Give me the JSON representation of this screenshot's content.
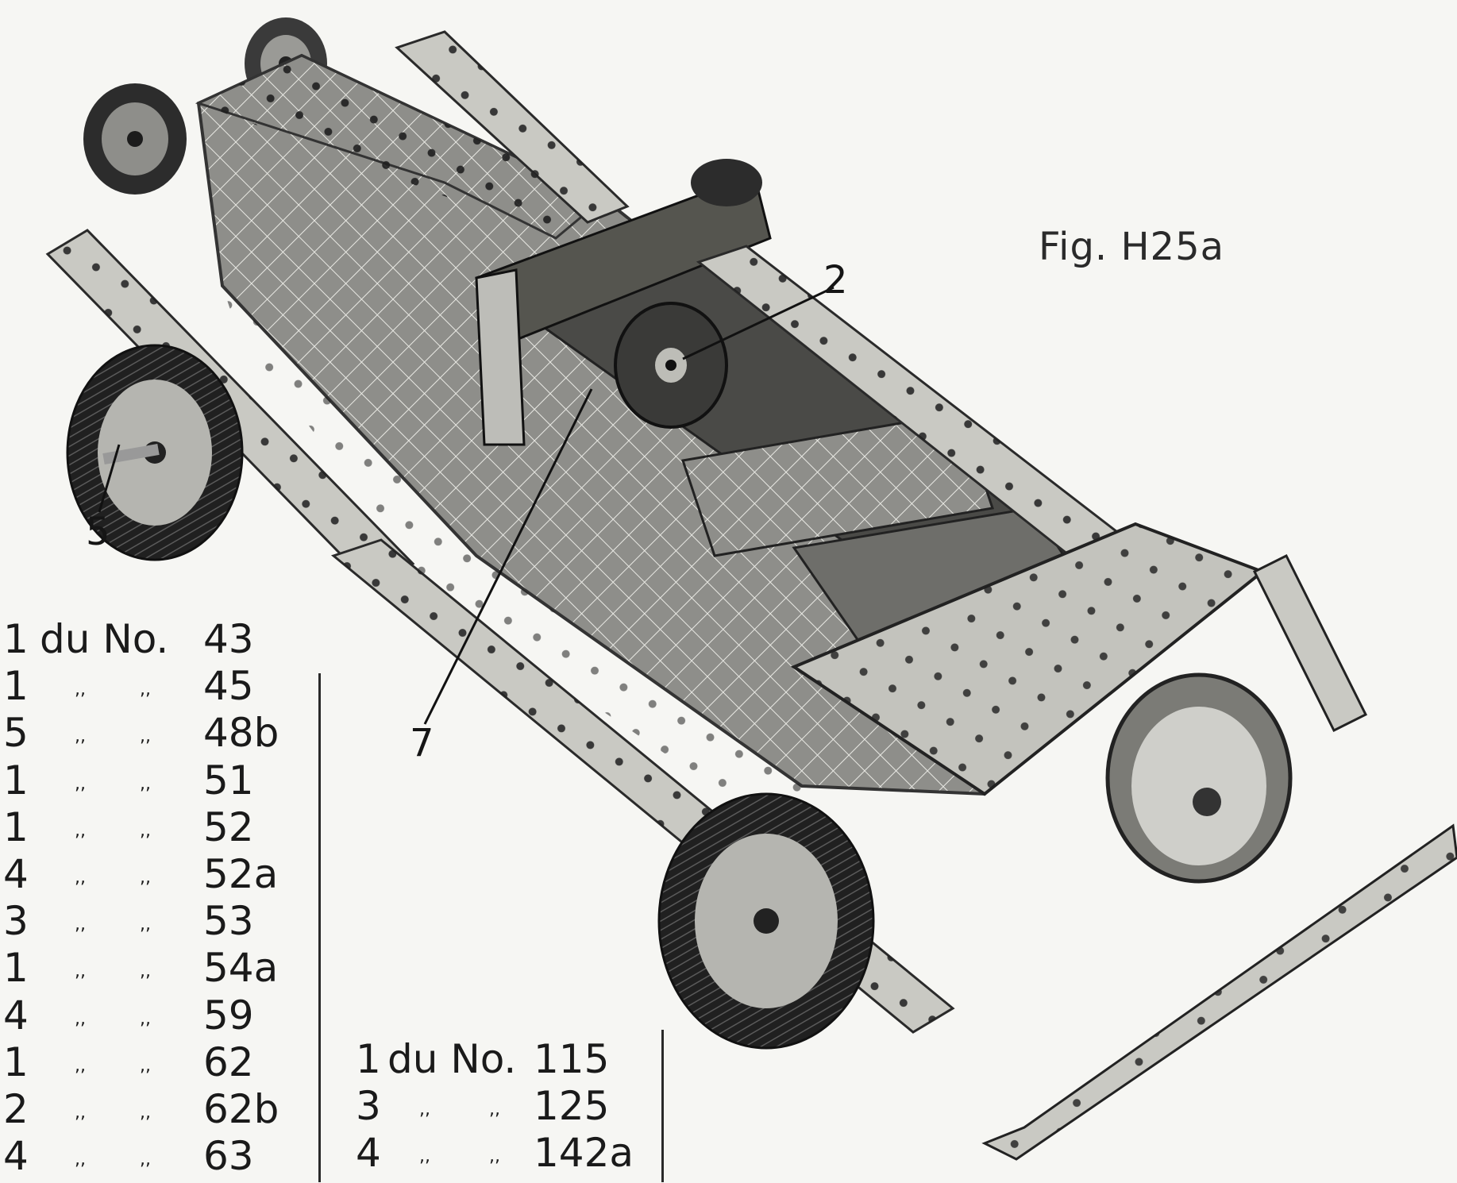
{
  "figure": {
    "caption": "Fig. H25a",
    "callouts": {
      "c2": "2",
      "c5": "5",
      "c7": "7"
    }
  },
  "parts_list": {
    "left": [
      {
        "qty": "1",
        "label": "du No.",
        "number": "43"
      },
      {
        "qty": "1",
        "ditto": ",,",
        "number": "45"
      },
      {
        "qty": "5",
        "ditto": ",,",
        "number": "48b"
      },
      {
        "qty": "1",
        "ditto": ",,",
        "number": "51"
      },
      {
        "qty": "1",
        "ditto": ",,",
        "number": "52"
      },
      {
        "qty": "4",
        "ditto": ",,",
        "number": "52a"
      },
      {
        "qty": "3",
        "ditto": ",,",
        "number": "53"
      },
      {
        "qty": "1",
        "ditto": ",,",
        "number": "54a"
      },
      {
        "qty": "4",
        "ditto": ",,",
        "number": "59"
      },
      {
        "qty": "1",
        "ditto": ",,",
        "number": "62"
      },
      {
        "qty": "2",
        "ditto": ",,",
        "number": "62b"
      },
      {
        "qty": "4",
        "ditto": ",,",
        "number": "63"
      }
    ],
    "right": [
      {
        "qty": "1",
        "label": "du No.",
        "number": "115"
      },
      {
        "qty": "3",
        "ditto": ",,",
        "number": "125"
      },
      {
        "qty": "4",
        "ditto": ",,",
        "number": "142a"
      }
    ]
  }
}
